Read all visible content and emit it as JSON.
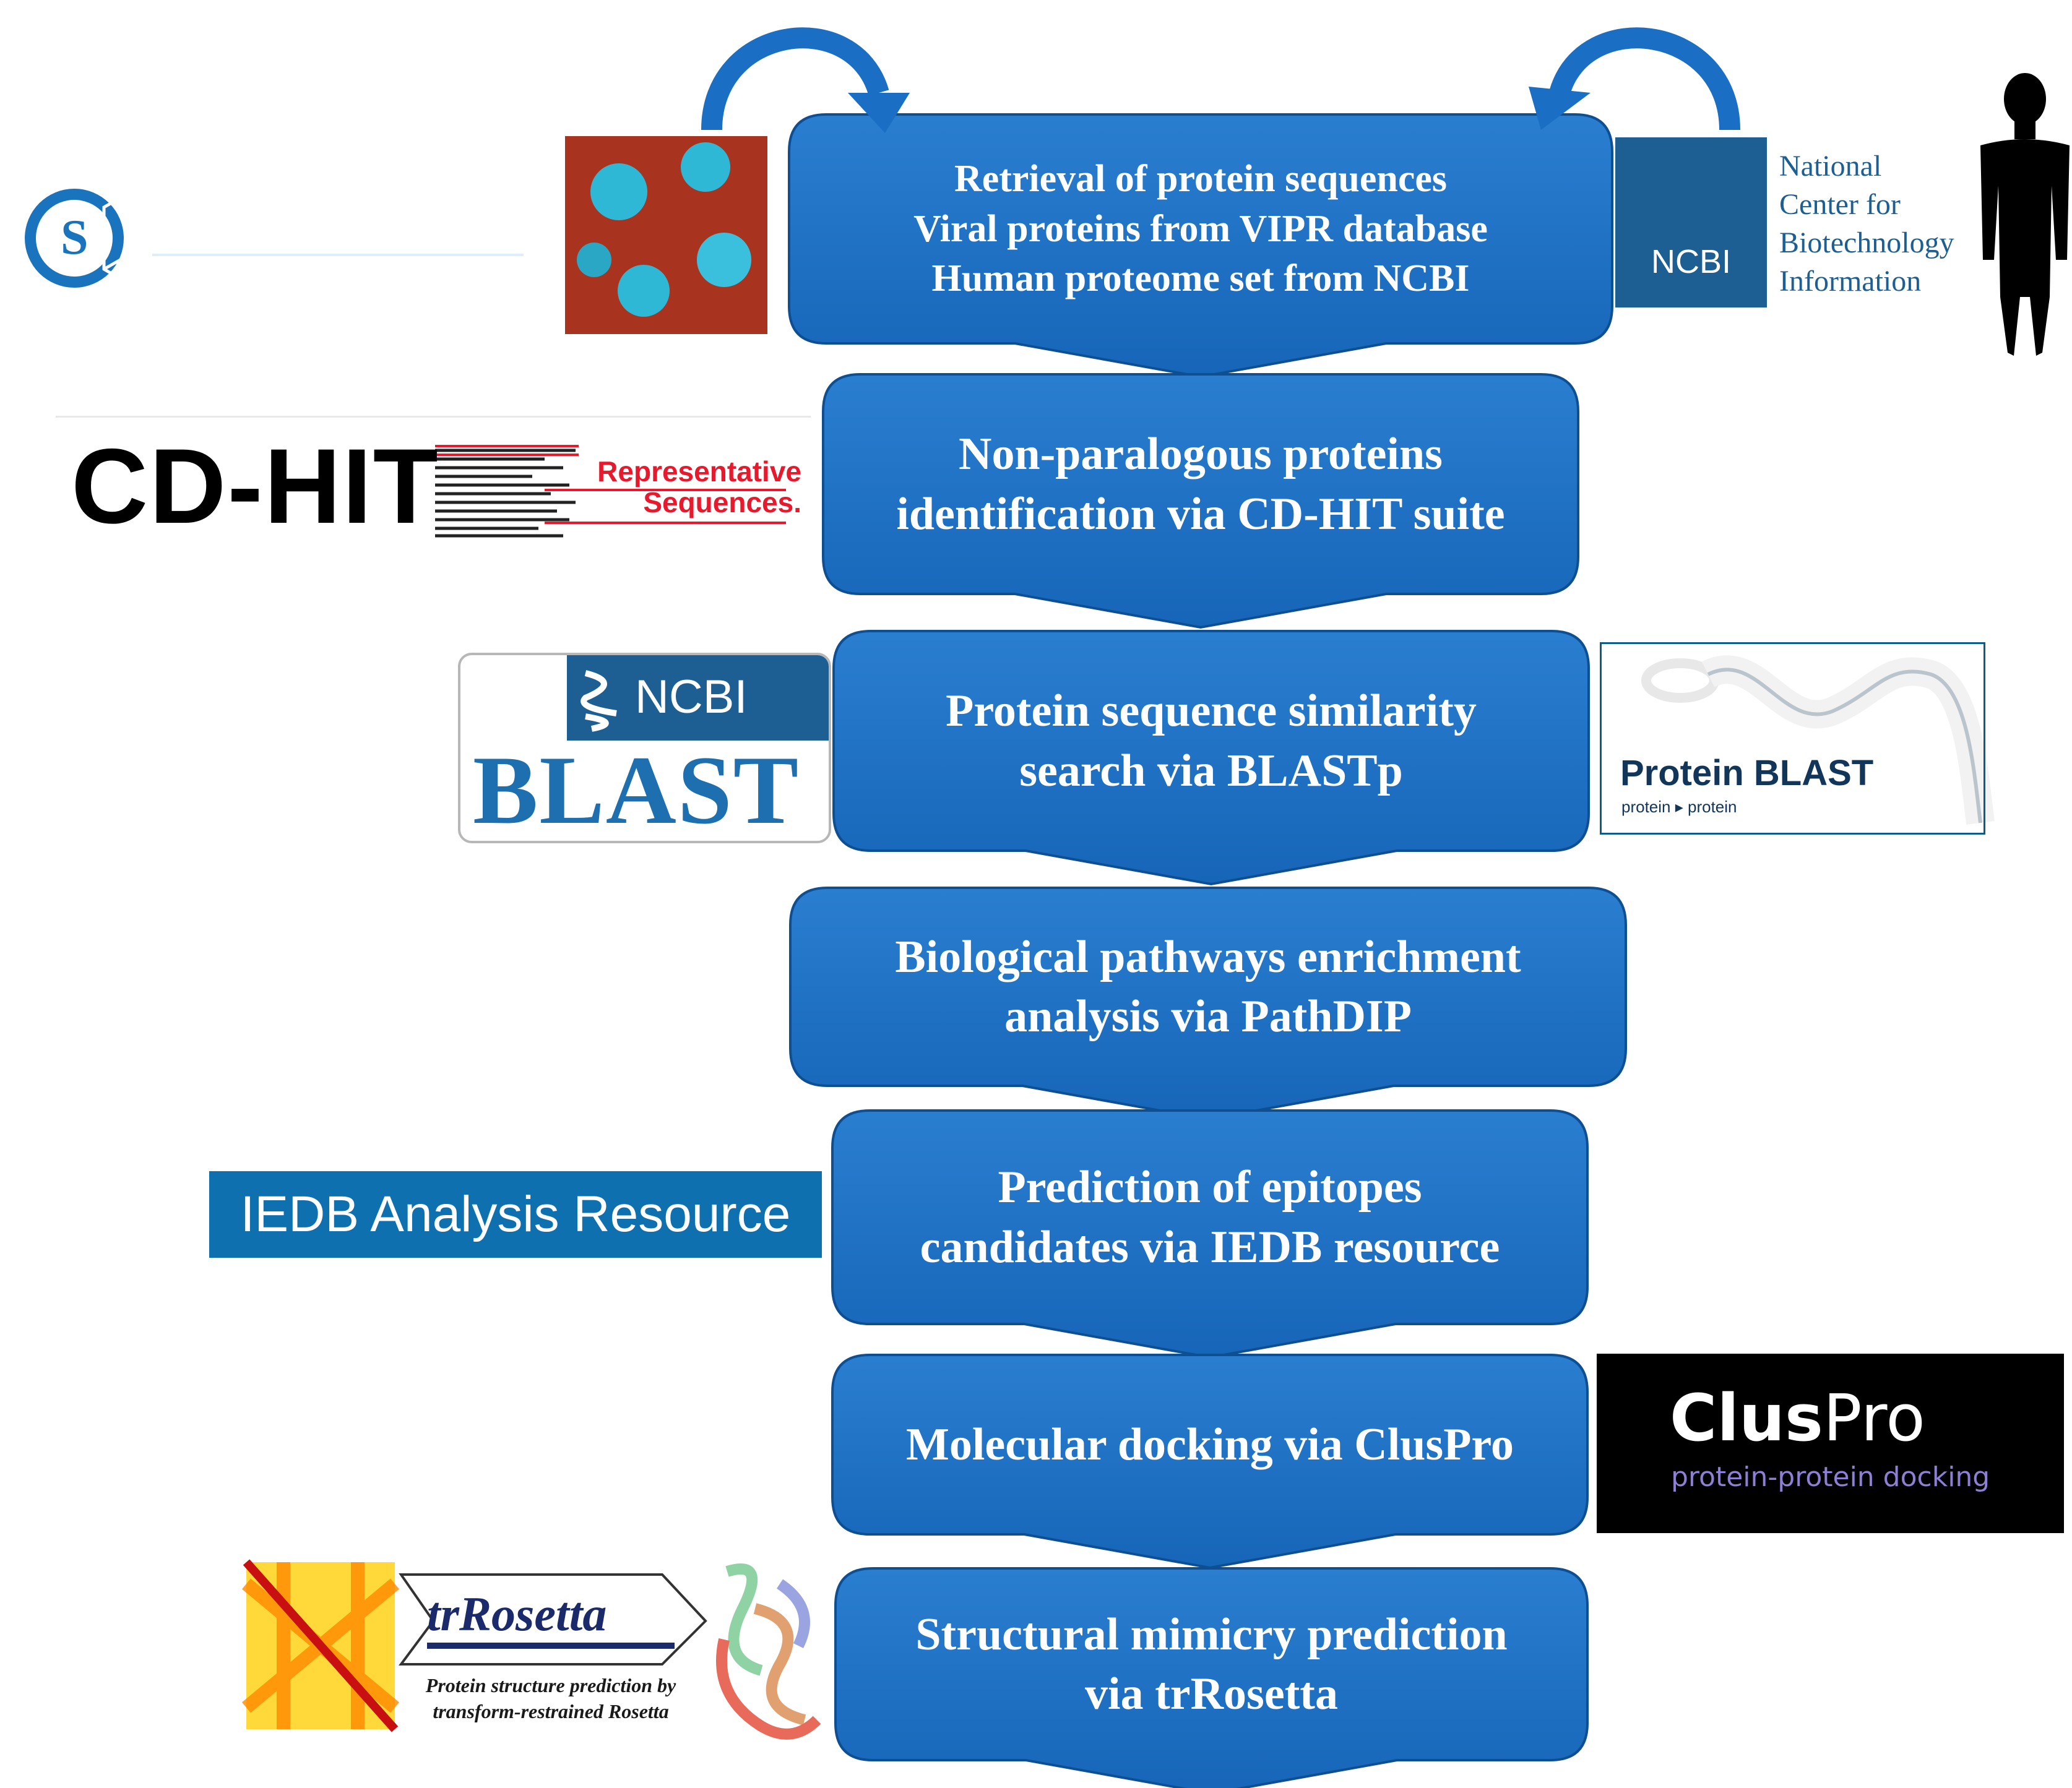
{
  "steps": [
    {
      "lines": [
        "Retrieval of protein sequences",
        "Viral proteins from VIPR database",
        "Human proteome set from NCBI"
      ]
    },
    {
      "lines": [
        "Non-paralogous proteins",
        "identification via CD-HIT suite"
      ]
    },
    {
      "lines": [
        "Protein sequence similarity",
        "search via BLASTp"
      ]
    },
    {
      "lines": [
        "Biological pathways enrichment",
        "analysis via PathDIP"
      ]
    },
    {
      "lines": [
        "Prediction of epitopes",
        "candidates via IEDB resource"
      ]
    },
    {
      "lines": [
        "Molecular docking  via ClusPro"
      ]
    },
    {
      "lines": [
        "Structural mimicry prediction",
        "via trRosetta"
      ]
    }
  ],
  "logos": {
    "vipr": {
      "title": "ViPR",
      "subtitle": "Virus Pathogen Resource"
    },
    "ncbi": {
      "box_label": "NCBI",
      "name_lines": [
        "National",
        "Center for",
        "Biotechnology",
        "Information"
      ]
    },
    "cdhit": {
      "title": "CD-HIT",
      "tag_lines": [
        "Representative",
        "Sequences."
      ]
    },
    "blast": {
      "top": "NCBI",
      "word": "BLAST"
    },
    "protein_blast": {
      "title": "Protein BLAST",
      "subtitle": "protein ▸ protein"
    },
    "iedb": {
      "title": "IEDB Analysis Resource"
    },
    "cluspro": {
      "name_bold": "Clus",
      "name_light": "Pro",
      "subtitle": "protein-protein docking"
    },
    "trrosetta": {
      "word": "trRosetta",
      "tag_lines": [
        "Protein structure prediction by",
        "transform-restrained Rosetta"
      ]
    }
  },
  "icons": [
    "human-silhouette-icon",
    "virus-icon",
    "helix-icon",
    "ribbon-icon",
    "protein-structure-icon",
    "curved-arrow-icon"
  ],
  "colors": {
    "box": "#1a6fc4",
    "box_border": "#0e4f92",
    "arrow": "#1a6fc4",
    "ncbi_blue": "#1d5f92",
    "cdhit_red": "#e8192c",
    "iedb_blue": "#0f70b0",
    "cluspro_purple": "#8d7fd4"
  }
}
